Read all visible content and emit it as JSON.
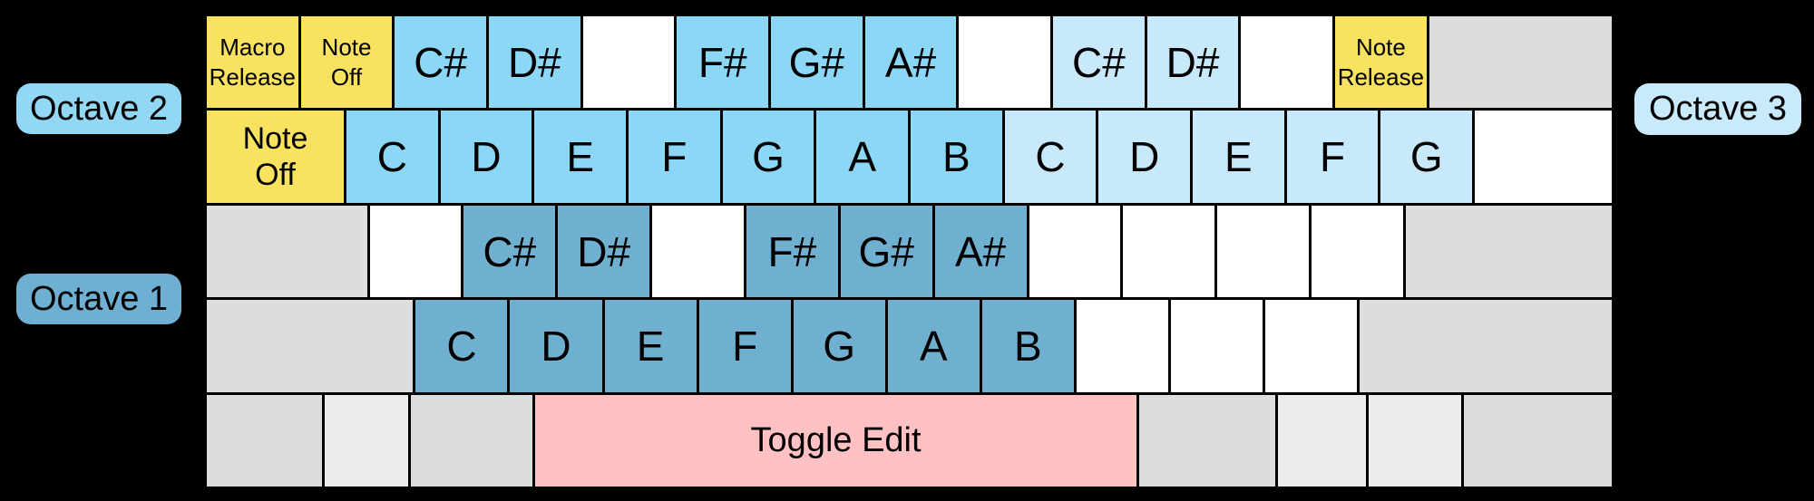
{
  "page": {
    "background": "#000000"
  },
  "colors": {
    "note-oct1": "#6FB0D0",
    "note-oct2": "#8DD7F6",
    "note-oct3": "#C7E9FB",
    "function": "#F9E25F",
    "toggle": "#FFC1C1",
    "modifier": "#DDDDDD",
    "modifier-light": "#ECECEC",
    "blank": "#FFFFFF"
  },
  "octave_labels": {
    "octave1": {
      "text": "Octave 1",
      "color": "#6FB0D2",
      "side": "left"
    },
    "octave2": {
      "text": "Octave 2",
      "color": "#92D8F5",
      "side": "left"
    },
    "octave3": {
      "text": "Octave 3",
      "color": "#C9EAFC",
      "side": "right"
    }
  },
  "keyboard": {
    "rows": [
      {
        "keys": [
          {
            "name": "key-macro-release",
            "type": "function",
            "width": 1,
            "lines": [
              "Macro",
              "Release"
            ],
            "size": "sm",
            "interactable": true
          },
          {
            "name": "key-note-off-top",
            "type": "function",
            "width": 1,
            "lines": [
              "Note",
              "Off"
            ],
            "size": "sm",
            "interactable": true
          },
          {
            "name": "key-c-sharp-oct2",
            "type": "note-oct2",
            "width": 1,
            "label": "C#",
            "size": "xl",
            "interactable": true
          },
          {
            "name": "key-d-sharp-oct2",
            "type": "note-oct2",
            "width": 1,
            "label": "D#",
            "size": "xl",
            "interactable": true
          },
          {
            "name": "key-blank",
            "type": "blank",
            "width": 1,
            "interactable": false
          },
          {
            "name": "key-f-sharp-oct2",
            "type": "note-oct2",
            "width": 1,
            "label": "F#",
            "size": "xl",
            "interactable": true
          },
          {
            "name": "key-g-sharp-oct2",
            "type": "note-oct2",
            "width": 1,
            "label": "G#",
            "size": "xl",
            "interactable": true
          },
          {
            "name": "key-a-sharp-oct2",
            "type": "note-oct2",
            "width": 1,
            "label": "A#",
            "size": "xl",
            "interactable": true
          },
          {
            "name": "key-blank",
            "type": "blank",
            "width": 1,
            "interactable": false
          },
          {
            "name": "key-c-sharp-oct3",
            "type": "note-oct3",
            "width": 1,
            "label": "C#",
            "size": "xl",
            "interactable": true
          },
          {
            "name": "key-d-sharp-oct3",
            "type": "note-oct3",
            "width": 1,
            "label": "D#",
            "size": "xl",
            "interactable": true
          },
          {
            "name": "key-blank",
            "type": "blank",
            "width": 1,
            "interactable": false
          },
          {
            "name": "key-note-release",
            "type": "function",
            "width": 1,
            "lines": [
              "Note",
              "Release"
            ],
            "size": "sm",
            "interactable": true
          },
          {
            "name": "key-modifier-backspace",
            "type": "modifier",
            "width": 2,
            "interactable": false
          }
        ]
      },
      {
        "keys": [
          {
            "name": "key-note-off-tab",
            "type": "function",
            "width": 1.5,
            "lines": [
              "Note",
              "Off"
            ],
            "size": "md",
            "interactable": true
          },
          {
            "name": "key-c-oct2",
            "type": "note-oct2",
            "width": 1,
            "label": "C",
            "size": "xl",
            "interactable": true
          },
          {
            "name": "key-d-oct2",
            "type": "note-oct2",
            "width": 1,
            "label": "D",
            "size": "xl",
            "interactable": true
          },
          {
            "name": "key-e-oct2",
            "type": "note-oct2",
            "width": 1,
            "label": "E",
            "size": "xl",
            "interactable": true
          },
          {
            "name": "key-f-oct2",
            "type": "note-oct2",
            "width": 1,
            "label": "F",
            "size": "xl",
            "interactable": true
          },
          {
            "name": "key-g-oct2",
            "type": "note-oct2",
            "width": 1,
            "label": "G",
            "size": "xl",
            "interactable": true
          },
          {
            "name": "key-a-oct2",
            "type": "note-oct2",
            "width": 1,
            "label": "A",
            "size": "xl",
            "interactable": true
          },
          {
            "name": "key-b-oct2",
            "type": "note-oct2",
            "width": 1,
            "label": "B",
            "size": "xl",
            "interactable": true
          },
          {
            "name": "key-c-oct3",
            "type": "note-oct3",
            "width": 1,
            "label": "C",
            "size": "xl",
            "interactable": true
          },
          {
            "name": "key-d-oct3",
            "type": "note-oct3",
            "width": 1,
            "label": "D",
            "size": "xl",
            "interactable": true
          },
          {
            "name": "key-e-oct3",
            "type": "note-oct3",
            "width": 1,
            "label": "E",
            "size": "xl",
            "interactable": true
          },
          {
            "name": "key-f-oct3",
            "type": "note-oct3",
            "width": 1,
            "label": "F",
            "size": "xl",
            "interactable": true
          },
          {
            "name": "key-g-oct3",
            "type": "note-oct3",
            "width": 1,
            "label": "G",
            "size": "xl",
            "interactable": true
          },
          {
            "name": "key-blank",
            "type": "blank",
            "width": 1.5,
            "interactable": false
          }
        ]
      },
      {
        "keys": [
          {
            "name": "key-modifier-caps",
            "type": "modifier",
            "width": 1.75,
            "interactable": false
          },
          {
            "name": "key-blank",
            "type": "blank",
            "width": 1,
            "interactable": false
          },
          {
            "name": "key-c-sharp-oct1",
            "type": "note-oct1",
            "width": 1,
            "label": "C#",
            "size": "xl",
            "interactable": true
          },
          {
            "name": "key-d-sharp-oct1",
            "type": "note-oct1",
            "width": 1,
            "label": "D#",
            "size": "xl",
            "interactable": true
          },
          {
            "name": "key-blank",
            "type": "blank",
            "width": 1,
            "interactable": false
          },
          {
            "name": "key-f-sharp-oct1",
            "type": "note-oct1",
            "width": 1,
            "label": "F#",
            "size": "xl",
            "interactable": true
          },
          {
            "name": "key-g-sharp-oct1",
            "type": "note-oct1",
            "width": 1,
            "label": "G#",
            "size": "xl",
            "interactable": true
          },
          {
            "name": "key-a-sharp-oct1",
            "type": "note-oct1",
            "width": 1,
            "label": "A#",
            "size": "xl",
            "interactable": true
          },
          {
            "name": "key-blank",
            "type": "blank",
            "width": 1,
            "interactable": false
          },
          {
            "name": "key-blank",
            "type": "blank",
            "width": 1,
            "interactable": false
          },
          {
            "name": "key-blank",
            "type": "blank",
            "width": 1,
            "interactable": false
          },
          {
            "name": "key-blank",
            "type": "blank",
            "width": 1,
            "interactable": false
          },
          {
            "name": "key-modifier-enter",
            "type": "modifier",
            "width": 2.25,
            "interactable": false
          }
        ]
      },
      {
        "keys": [
          {
            "name": "key-modifier-lshift",
            "type": "modifier",
            "width": 2.25,
            "interactable": false
          },
          {
            "name": "key-c-oct1",
            "type": "note-oct1",
            "width": 1,
            "label": "C",
            "size": "xl",
            "interactable": true
          },
          {
            "name": "key-d-oct1",
            "type": "note-oct1",
            "width": 1,
            "label": "D",
            "size": "xl",
            "interactable": true
          },
          {
            "name": "key-e-oct1",
            "type": "note-oct1",
            "width": 1,
            "label": "E",
            "size": "xl",
            "interactable": true
          },
          {
            "name": "key-f-oct1",
            "type": "note-oct1",
            "width": 1,
            "label": "F",
            "size": "xl",
            "interactable": true
          },
          {
            "name": "key-g-oct1",
            "type": "note-oct1",
            "width": 1,
            "label": "G",
            "size": "xl",
            "interactable": true
          },
          {
            "name": "key-a-oct1",
            "type": "note-oct1",
            "width": 1,
            "label": "A",
            "size": "xl",
            "interactable": true
          },
          {
            "name": "key-b-oct1",
            "type": "note-oct1",
            "width": 1,
            "label": "B",
            "size": "xl",
            "interactable": true
          },
          {
            "name": "key-blank",
            "type": "blank",
            "width": 1,
            "interactable": false
          },
          {
            "name": "key-blank",
            "type": "blank",
            "width": 1,
            "interactable": false
          },
          {
            "name": "key-blank",
            "type": "blank",
            "width": 1,
            "interactable": false
          },
          {
            "name": "key-modifier-rshift",
            "type": "modifier",
            "width": 2.75,
            "interactable": false
          }
        ]
      },
      {
        "keys": [
          {
            "name": "key-modifier-lctrl",
            "type": "modifier",
            "width": 1.25,
            "interactable": false
          },
          {
            "name": "key-modifier-lmeta",
            "type": "modifier-light",
            "width": 0.9,
            "interactable": false
          },
          {
            "name": "key-modifier-lalt",
            "type": "modifier",
            "width": 1.32,
            "interactable": false
          },
          {
            "name": "key-toggle-edit",
            "type": "toggle",
            "width": 6.5,
            "label": "Toggle Edit",
            "size": "lg",
            "interactable": true
          },
          {
            "name": "key-modifier-ralt",
            "type": "modifier",
            "width": 1.48,
            "interactable": false
          },
          {
            "name": "key-modifier-rmeta",
            "type": "modifier-light",
            "width": 0.95,
            "interactable": false
          },
          {
            "name": "key-modifier-menu",
            "type": "modifier-light",
            "width": 1,
            "interactable": false
          },
          {
            "name": "key-modifier-rctrl",
            "type": "modifier",
            "width": 1.6,
            "interactable": false
          }
        ]
      }
    ]
  }
}
